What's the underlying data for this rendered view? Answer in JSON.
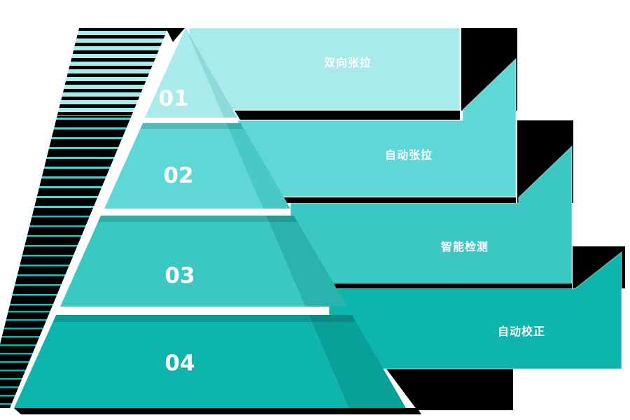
{
  "diagram": {
    "type": "stepped-pyramid-infographic",
    "levels": [
      {
        "number": "01",
        "label": "双向张拉"
      },
      {
        "number": "02",
        "label": "自动张拉"
      },
      {
        "number": "03",
        "label": "智能检测"
      },
      {
        "number": "04",
        "label": "自动校正"
      }
    ]
  },
  "colors": {
    "background": "#ffffff",
    "shadow": "#000000",
    "text": "#ffffff",
    "level1": "#a9eaea",
    "level2": "#60d7d7",
    "level3": "#3bc8c3",
    "level4": "#0db5ad",
    "fold1": "#8edada",
    "fold2": "#48c8c8",
    "fold3": "#28b3ad",
    "fold4": "#0aa09a",
    "stripe1": "#a9eaea",
    "stripe2": "#55d2d2",
    "stripe3": "#2abfb9",
    "stripe4": "#10b2aa"
  }
}
